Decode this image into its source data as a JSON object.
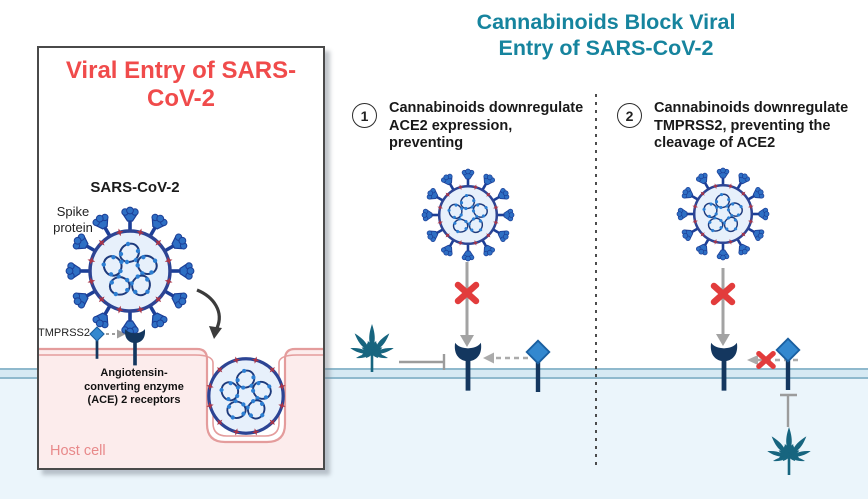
{
  "header": {
    "title_line1": "Cannabinoids Block Viral",
    "title_line2": "Entry of SARS-CoV-2"
  },
  "panel": {
    "title_line1": "Viral Entry of SARS-",
    "title_line2": "CoV-2",
    "virus_label": "SARS-CoV-2",
    "spike_label": "Spike protein",
    "tmprss2_label": "TMPRSS2",
    "ace2_label": "Angiotensin-converting enzyme (ACE) 2 receptors",
    "host_cell_label": "Host cell"
  },
  "steps": [
    {
      "number": "1",
      "text": "Cannabinoids downregulate ACE2 expression, preventing"
    },
    {
      "number": "2",
      "text": "Cannabinoids downregulate TMPRSS2, preventing the cleavage of ACE2"
    }
  ],
  "icons": {
    "virus": "virus-icon",
    "naked_virus": "endocytosed-virus-icon",
    "cannabis_leaf": "cannabis-leaf-icon",
    "ace2_receptor": "ace2-receptor-icon",
    "tmprss2_enzyme": "tmprss2-diamond-icon",
    "blocked": "red-x-icon",
    "inhibition": "inhibition-bar-icon"
  },
  "colors": {
    "accent_teal": "#16849e",
    "title_red": "#f04b4b",
    "x_red": "#e23c3c",
    "leaf_teal": "#17657f",
    "virus_blue": "#2e6fc4",
    "virus_ring": "#2c4494",
    "rna_navy": "#1d3a7c",
    "receptor_navy": "#14375f",
    "diamond_blue": "#3388cf",
    "membrane_line": "#8fb9cd",
    "membrane_fill": "#d6e9f3",
    "cytoplasm_blue": "#ebf5fb",
    "cell_pink": "#fcecec",
    "cell_membrane_pink": "#e49c9c",
    "host_cell_text": "#e8898a",
    "arrow_gray": "#a3a3a3"
  }
}
